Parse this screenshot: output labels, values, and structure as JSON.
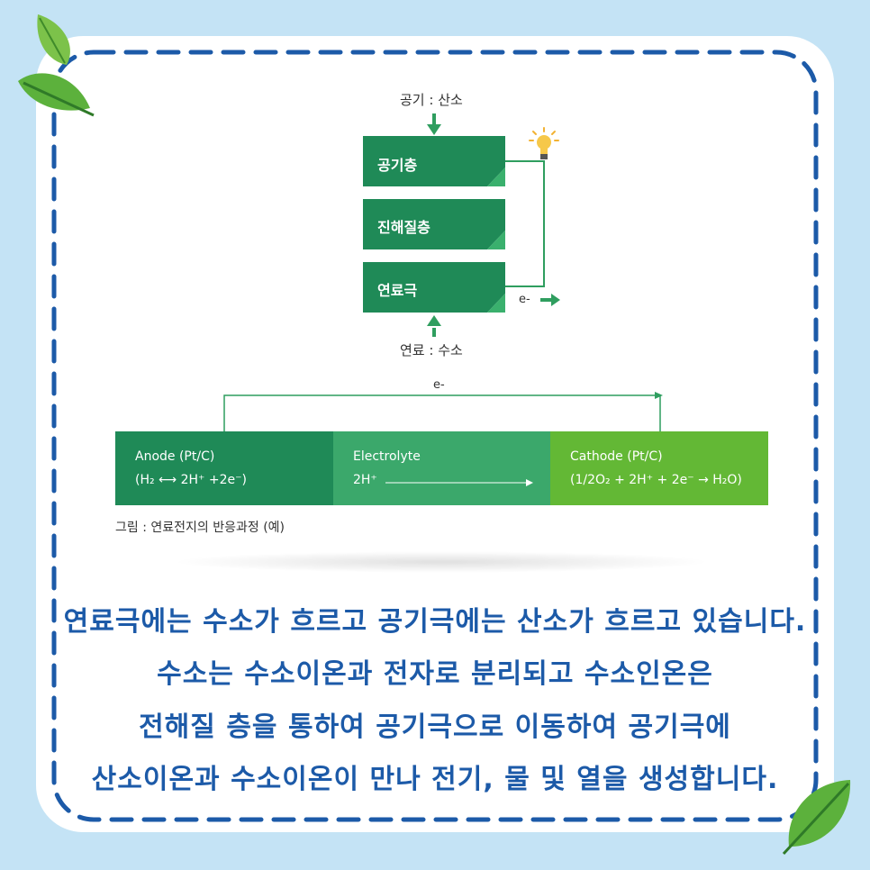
{
  "diagram": {
    "top_input": "공기 : 산소",
    "layers": [
      "공기층",
      "진해질층",
      "연료극"
    ],
    "electron_out": "e-",
    "bottom_input": "연료 : 수소",
    "flow_electron": "e-",
    "bands": [
      {
        "title": "Anode (Pt/C)",
        "equation": "(H₂  ⟷ 2H⁺  +2e⁻)"
      },
      {
        "title": "Electrolyte",
        "equation": "2H⁺"
      },
      {
        "title": "Cathode (Pt/C)",
        "equation": "(1/2O₂ + 2H⁺ + 2e⁻  → H₂O)"
      }
    ],
    "caption": "그림 : 연료전지의 반응과정 (예)",
    "colors": {
      "dark_green": "#1f8a57",
      "mid_green": "#38a86b",
      "light_green": "#63b835",
      "border_blue": "#1c5aa8"
    }
  },
  "description": [
    "연료극에는 수소가 흐르고 공기극에는 산소가 흐르고 있습니다.",
    "수소는 수소이온과 전자로 분리되고 수소인온은",
    "전해질 층을 통하여 공기극으로 이동하여 공기극에",
    "산소이온과 수소이온이 만나 전기, 물 및 열을 생성합니다."
  ],
  "icons": [
    "lightbulb-icon",
    "leaf-icon"
  ]
}
